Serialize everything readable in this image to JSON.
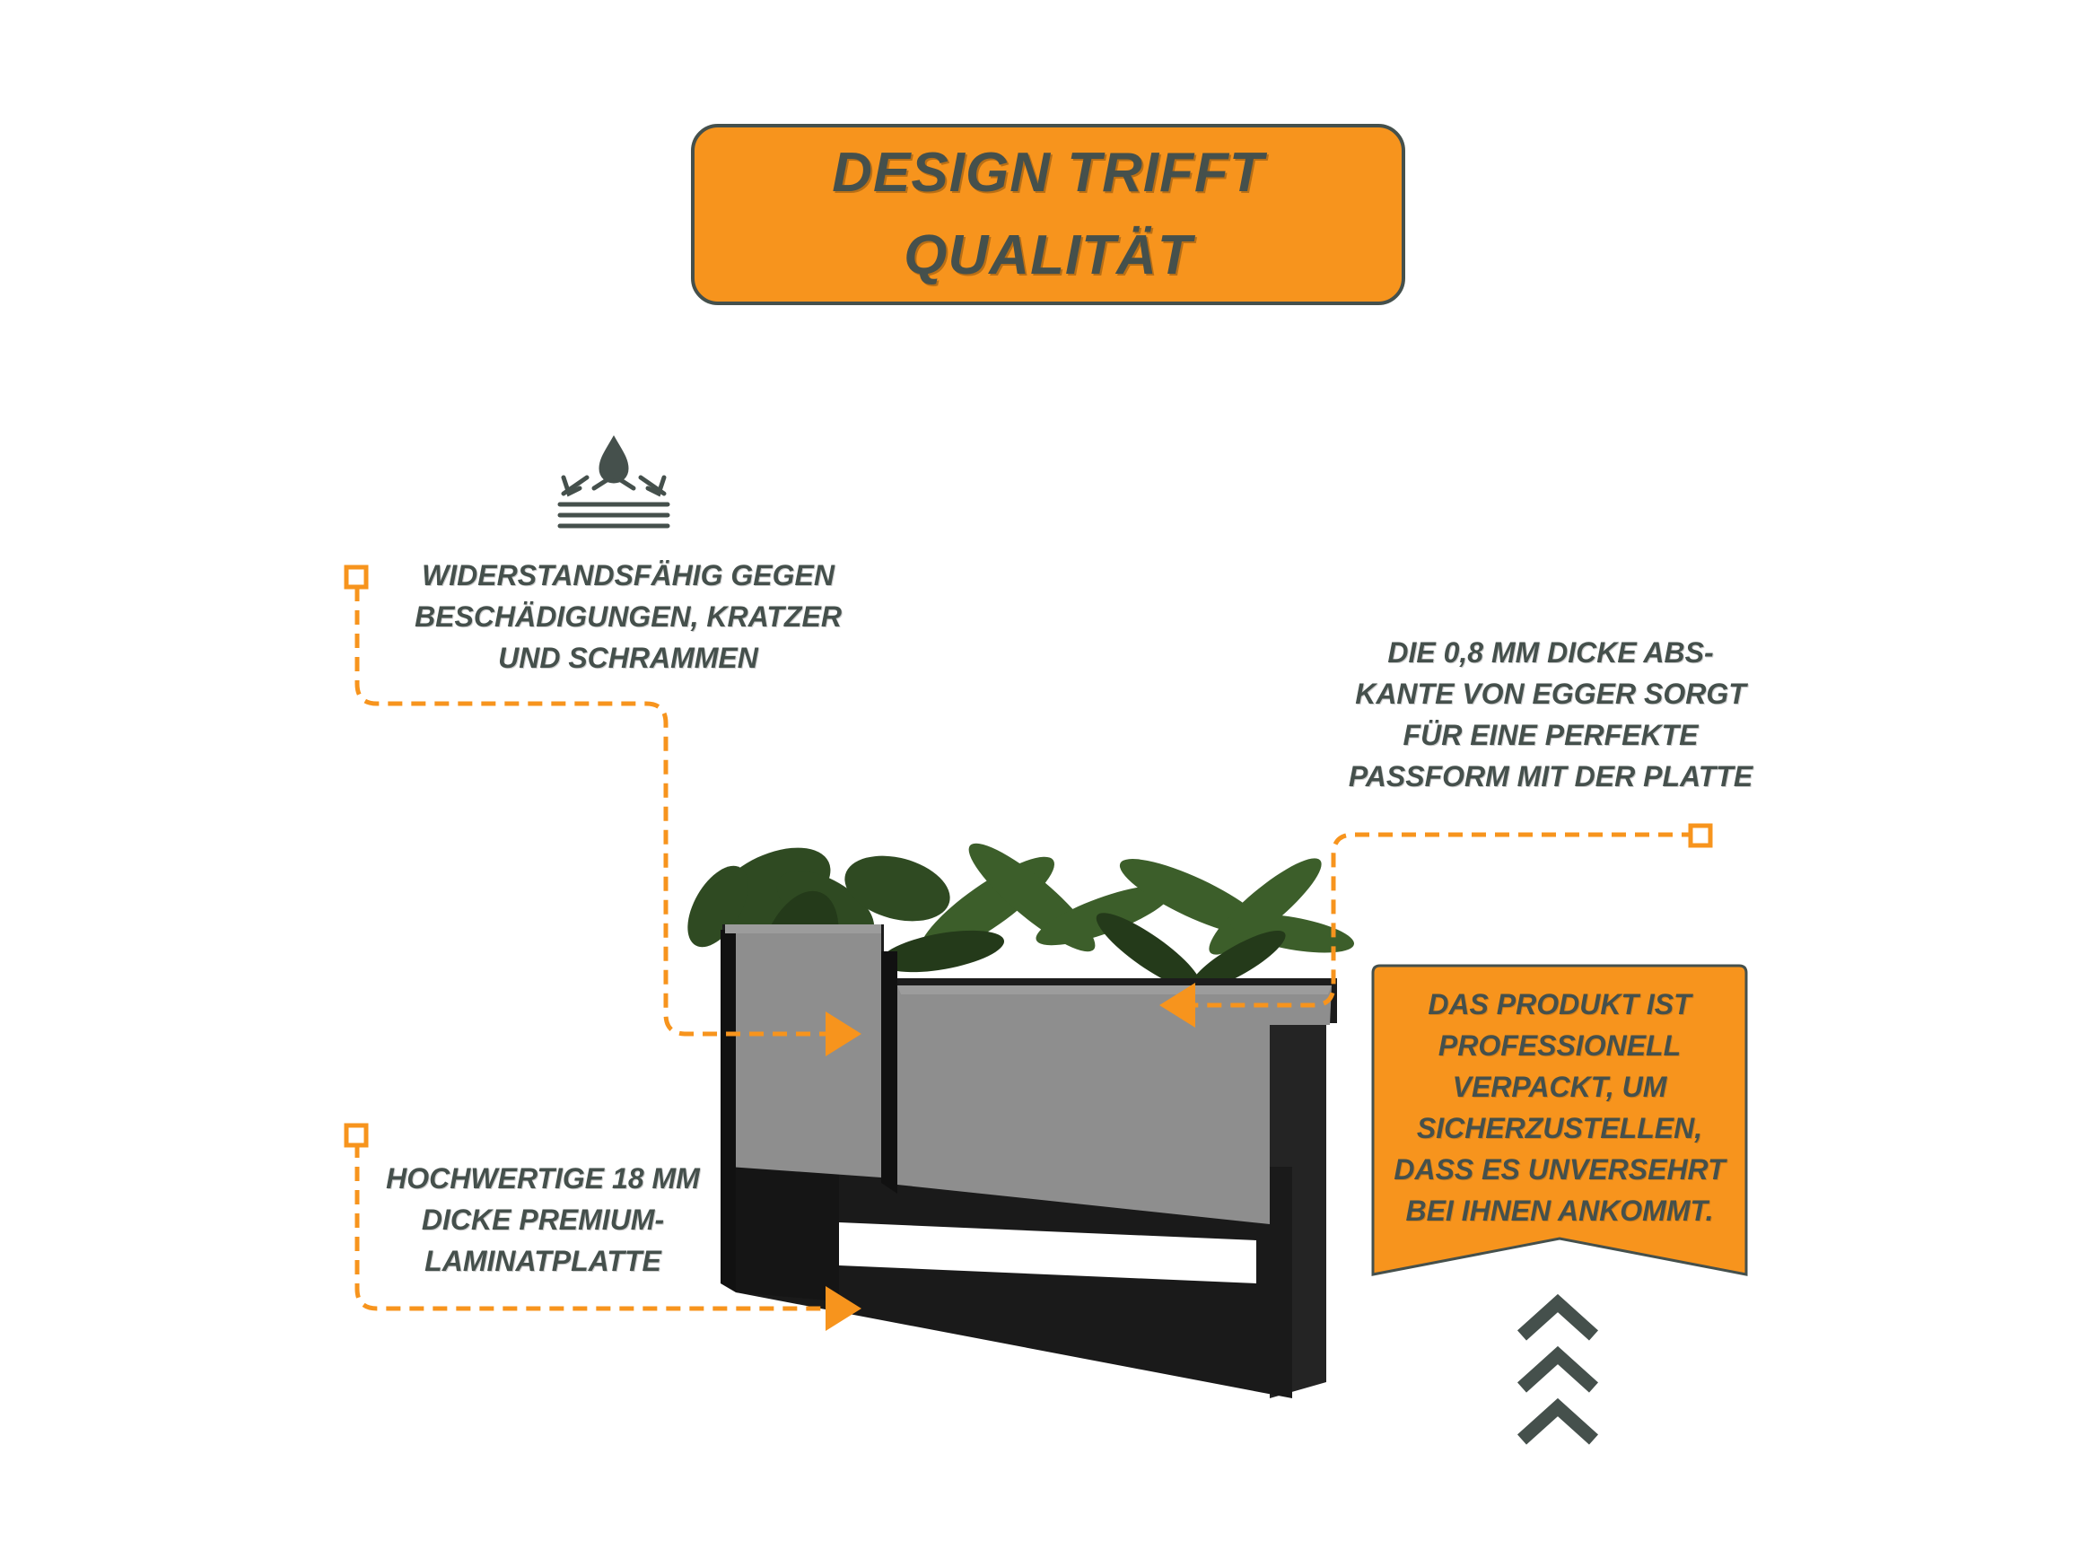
{
  "title": {
    "line1": "DESIGN TRIFFT",
    "line2": "QUALITÄT"
  },
  "callouts": {
    "damage": {
      "lines": [
        "WIDERSTANDSFÄHIG GEGEN",
        "BESCHÄDIGUNGEN, KRATZER",
        "UND SCHRAMMEN"
      ],
      "icon": "water-resistant-icon"
    },
    "edge": {
      "lines": [
        "DIE 0,8 MM DICKE ABS-",
        "KANTE VON EGGER SORGT",
        "FÜR EINE PERFEKTE",
        "PASSFORM MIT DER PLATTE"
      ]
    },
    "panel": {
      "lines": [
        "HOCHWERTIGE 18 MM",
        "DICKE PREMIUM-",
        "LAMINATPLATTE"
      ]
    }
  },
  "banner": {
    "lines": [
      "DAS PRODUKT IST",
      "PROFESSIONELL",
      "VERPACKT, UM",
      "SICHERZUSTELLEN,",
      "DASS ES UNVERSEHRT",
      "BEI IHNEN ANKOMMT."
    ]
  },
  "decor": {
    "chevrons": "triple-chevron-up-icon"
  },
  "colors": {
    "accent": "#f7941d",
    "text": "#45504c",
    "planter_body": "#1c1c1c",
    "planter_panel": "#8e8e8e",
    "background": "#ffffff"
  }
}
